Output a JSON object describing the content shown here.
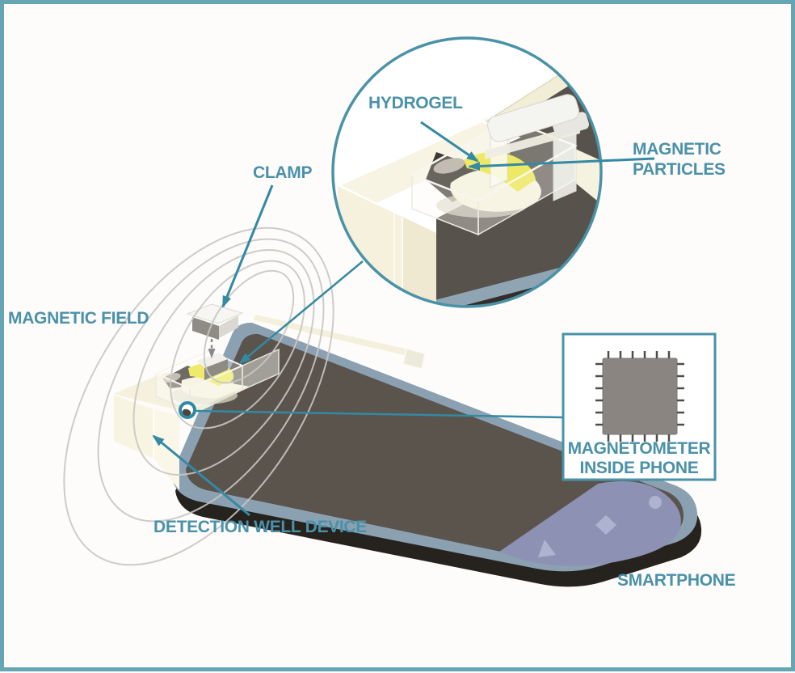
{
  "diagram": {
    "title": "Smartphone hydrogel detection device diagram",
    "labels": {
      "hydrogel": "HYDROGEL",
      "magnetic_particles": {
        "line1": "MAGNETIC",
        "line2": "PARTICLES"
      },
      "clamp": "CLAMP",
      "magnetic_field": "MAGNETIC FIELD",
      "magnetometer": {
        "line1": "MAGNETOMETER",
        "line2": "INSIDE PHONE"
      },
      "detection_well_device": "DETECTION WELL DEVICE",
      "smartphone": "SMARTPHONE"
    }
  },
  "frame": {
    "background": "#fdfcfa",
    "border_color": "#66a6b4"
  },
  "colors": {
    "label_teal": "#4a91a9",
    "leader_teal": "#3489a4",
    "field_line_gray": "#c9c7c3",
    "phone_rim": "#8ba1b1",
    "phone_screen": "#5a544d",
    "phone_underside": "#26221e",
    "phone_navbar": "#8d91b4",
    "phone_nav_buttons": "#aeb3d0",
    "device_cream": "#f5f1dd",
    "hydrogel_yellow": "#e8e339",
    "hydrogel_pale": "#f4f1da",
    "chip_gray": "#8a8581",
    "inset_border": "#4a92a8"
  }
}
